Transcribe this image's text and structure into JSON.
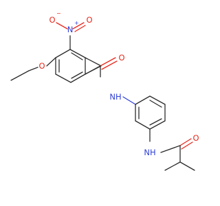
{
  "molecule": {
    "labels": {
      "ether_oxygen": "O",
      "nitro_nitrogen": "N",
      "nitro_nitrogen_charge": "+",
      "nitro_oxygen_left": "O",
      "nitro_oxygen_left_charge": "−",
      "nitro_oxygen_right": "O",
      "amide_oxygen": "O",
      "amide_nh": "NH",
      "lower_nh": "NH",
      "lower_oxygen": "O"
    },
    "colors": {
      "bond": "#2b2b2b",
      "oxygen": "#e8291c",
      "nitrogen": "#2f40d8"
    }
  }
}
